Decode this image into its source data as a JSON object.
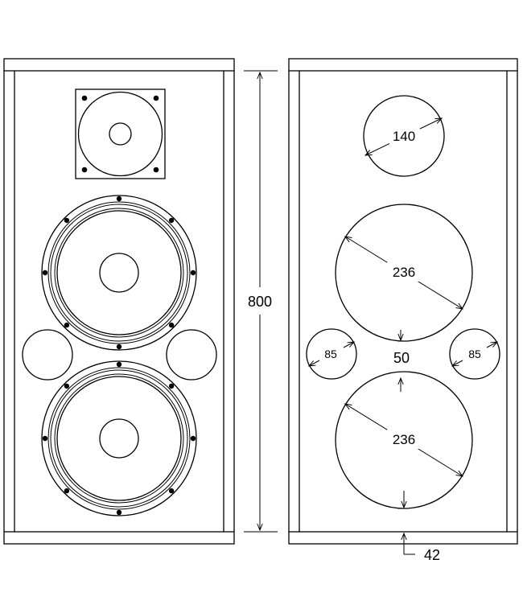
{
  "dimensions": {
    "height_label": "800",
    "tweeter_diameter": "140",
    "woofer_upper_diameter": "236",
    "woofer_lower_diameter": "236",
    "port_left_diameter": "85",
    "port_right_diameter": "85",
    "woofer_gap": "50",
    "bottom_offset": "42"
  },
  "colors": {
    "line": "#000000",
    "background": "#ffffff"
  }
}
